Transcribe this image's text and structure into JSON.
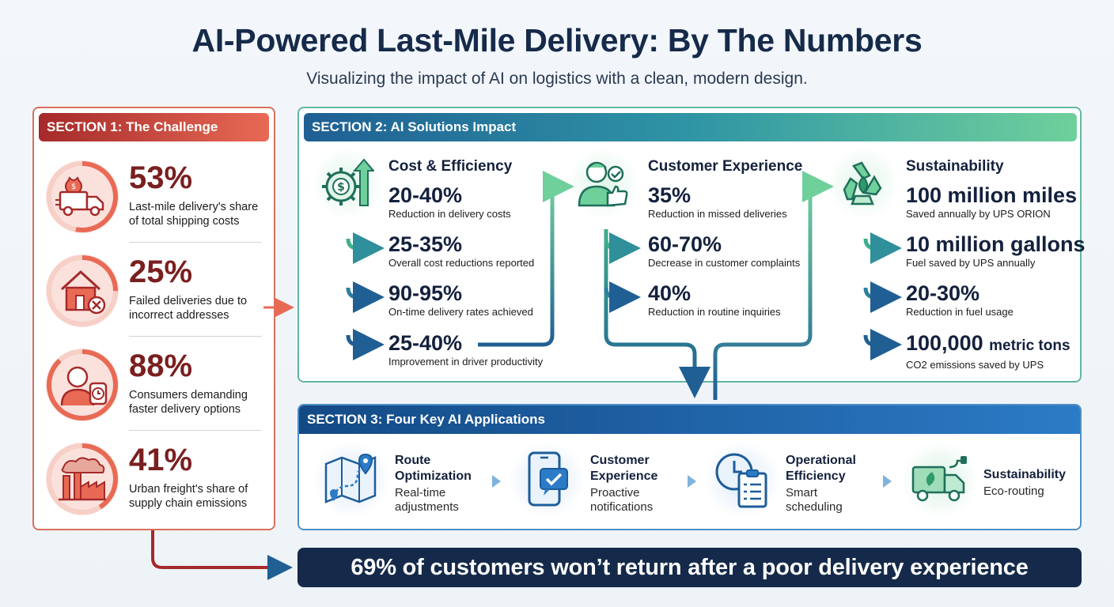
{
  "title": "AI-Powered Last-Mile Delivery: By The Numbers",
  "subtitle": "Visualizing the impact of AI on logistics with a clean, modern design.",
  "section1": {
    "header": "SECTION 1: The Challenge",
    "stats": [
      {
        "value": "53%",
        "desc1": "Last-mile delivery's share",
        "desc2": "of total shipping costs",
        "icon": "money-truck-icon",
        "ring_fraction": 0.53
      },
      {
        "value": "25%",
        "desc1": "Failed deliveries due to",
        "desc2": "incorrect addresses",
        "icon": "house-x-icon",
        "ring_fraction": 0.25
      },
      {
        "value": "88%",
        "desc1": "Consumers demanding",
        "desc2": "faster delivery options",
        "icon": "person-watch-icon",
        "ring_fraction": 0.88
      },
      {
        "value": "41%",
        "desc1": "Urban freight's share of",
        "desc2": "supply chain emissions",
        "icon": "factory-smoke-icon",
        "ring_fraction": 0.41
      }
    ]
  },
  "section2": {
    "header": "SECTION 2: AI Solutions Impact",
    "columns": [
      {
        "title": "Cost & Efficiency",
        "icon": "gear-dollar-arrow-icon",
        "metrics": [
          {
            "value": "20-40%",
            "desc": "Reduction in delivery costs"
          },
          {
            "value": "25-35%",
            "desc": "Overall cost reductions reported"
          },
          {
            "value": "90-95%",
            "desc": "On-time delivery rates achieved"
          },
          {
            "value": "25-40%",
            "desc": "Improvement in driver productivity"
          }
        ]
      },
      {
        "title": "Customer Experience",
        "icon": "customer-thumbs-up-icon",
        "metrics": [
          {
            "value": "35%",
            "desc": "Reduction in missed deliveries"
          },
          {
            "value": "60-70%",
            "desc": "Decrease in customer complaints"
          },
          {
            "value": "40%",
            "desc": "Reduction in routine inquiries"
          }
        ]
      },
      {
        "title": "Sustainability",
        "icon": "recycle-leaf-icon",
        "metrics": [
          {
            "value": "100 million miles",
            "unit": "",
            "desc": "Saved annually by UPS ORION"
          },
          {
            "value": "10 million gallons",
            "unit": "",
            "desc": "Fuel saved by UPS annually"
          },
          {
            "value": "20-30%",
            "unit": "",
            "desc": "Reduction in fuel usage"
          },
          {
            "value": "100,000",
            "unit": "metric tons",
            "desc": "CO2 emissions saved by UPS"
          }
        ]
      }
    ]
  },
  "section3": {
    "header": "SECTION 3: Four Key AI Applications",
    "apps": [
      {
        "title1": "Route",
        "title2": "Optimization",
        "desc1": "Real-time",
        "desc2": "adjustments",
        "icon": "map-route-icon"
      },
      {
        "title1": "Customer",
        "title2": "Experience",
        "desc1": "Proactive",
        "desc2": "notifications",
        "icon": "phone-check-icon"
      },
      {
        "title1": "Operational",
        "title2": "Efficiency",
        "desc1": "Smart",
        "desc2": "scheduling",
        "icon": "clock-clipboard-icon"
      },
      {
        "title1": "Sustainability",
        "title2": "",
        "desc1": "Eco-routing",
        "desc2": "",
        "icon": "electric-truck-icon"
      }
    ]
  },
  "banner": "69% of customers won’t return after a poor delivery experience",
  "colors": {
    "challenge": "#a52a2a",
    "challenge_light": "#e86a55",
    "navy": "#152a4a",
    "teal": "#2f95a5",
    "green": "#6fd09c",
    "blue": "#2c7bc6"
  }
}
